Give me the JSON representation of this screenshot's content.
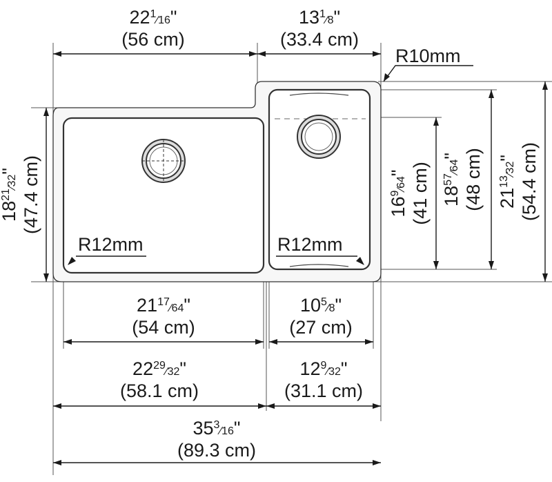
{
  "radius_labels": {
    "corner_outer": "R10mm",
    "bowl_left": "R12mm",
    "bowl_right": "R12mm"
  },
  "dimensions": {
    "top_left_width": {
      "whole": "22",
      "num": "1",
      "den": "16",
      "unit": "\"",
      "metric": "(56 cm)"
    },
    "top_right_width": {
      "whole": "13",
      "num": "1",
      "den": "8",
      "unit": "\"",
      "metric": "(33.4 cm)"
    },
    "left_height": {
      "whole": "18",
      "num": "21",
      "den": "32",
      "unit": "\"",
      "metric": "(47.4 cm)"
    },
    "right_bowl_inner": {
      "whole": "16",
      "num": "9",
      "den": "64",
      "unit": "\"",
      "metric": "(41 cm)"
    },
    "right_bowl_outer": {
      "whole": "18",
      "num": "57",
      "den": "64",
      "unit": "\"",
      "metric": "(48 cm)"
    },
    "overall_height": {
      "whole": "21",
      "num": "13",
      "den": "32",
      "unit": "\"",
      "metric": "(54.4 cm)"
    },
    "left_bowl_width": {
      "whole": "21",
      "num": "17",
      "den": "64",
      "unit": "\"",
      "metric": "(54 cm)"
    },
    "right_bowl_width": {
      "whole": "10",
      "num": "5",
      "den": "8",
      "unit": "\"",
      "metric": "(27 cm)"
    },
    "left_section_width": {
      "whole": "22",
      "num": "29",
      "den": "32",
      "unit": "\"",
      "metric": "(58.1 cm)"
    },
    "right_section_width": {
      "whole": "12",
      "num": "9",
      "den": "32",
      "unit": "\"",
      "metric": "(31.1 cm)"
    },
    "overall_width": {
      "whole": "35",
      "num": "3",
      "den": "16",
      "unit": "\"",
      "metric": "(89.3 cm)"
    }
  }
}
